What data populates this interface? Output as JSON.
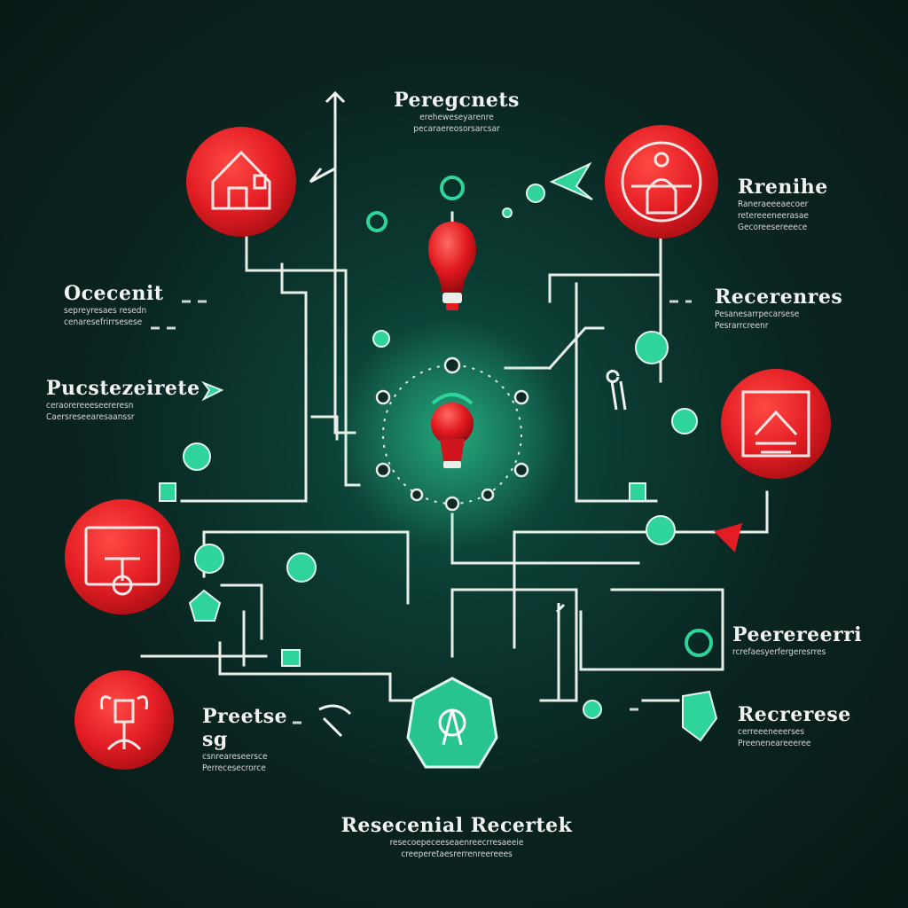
{
  "labels": {
    "top_center": {
      "title": "Peregcnets",
      "lines": [
        "ereheweseyarenre",
        "pecaraereosorsarcsar"
      ]
    },
    "top_right": {
      "title": "Rrenihe",
      "lines": [
        "Raneraeeeaecoer",
        "retereeeneerasae",
        "Gecoreesereeece"
      ]
    },
    "left_1": {
      "title": "Ocecenit",
      "lines": [
        "sepreyresaes resedn",
        "cenaresefrirrsesese"
      ]
    },
    "left_2": {
      "title": "Pucstezeirete",
      "lines": [
        "ceraorereeeseereresn",
        "Caersreseearesaanssr"
      ]
    },
    "right_1": {
      "title": "Recerenres",
      "lines": [
        "Pesanesarrpecarsese",
        "Pesrarrcreenr"
      ]
    },
    "right_2": {
      "title": "Peerereerri",
      "lines": [
        "rcrefaesyerfergeresrres"
      ]
    },
    "bottom_left": {
      "title": "Preetse sg",
      "lines": [
        "csnreareseersce",
        "Perrecesecrorce"
      ]
    },
    "bottom_right": {
      "title": "Recrerese",
      "lines": [
        "cerreeeneeerses",
        "Preeneneareeeree"
      ]
    },
    "bottom_center": {
      "title": "Resecenial Recertek",
      "lines": [
        "resecoepeceeseaenreecrresaeeie",
        "creeperetaesrerrenreereees"
      ]
    }
  },
  "icons": {
    "top_left_circle": "house-icon",
    "top_right_circle": "person-icon",
    "right_circle": "building-icon",
    "left_circle": "document-icon",
    "bottom_left_circle": "figure-icon",
    "center_bulb": "lightbulb-icon",
    "top_bulb": "lightbulb-icon",
    "bottom_hex": "shield-icon"
  },
  "colors": {
    "red": "#e21d24",
    "green": "#2fd49a",
    "line": "#e9eee8"
  }
}
